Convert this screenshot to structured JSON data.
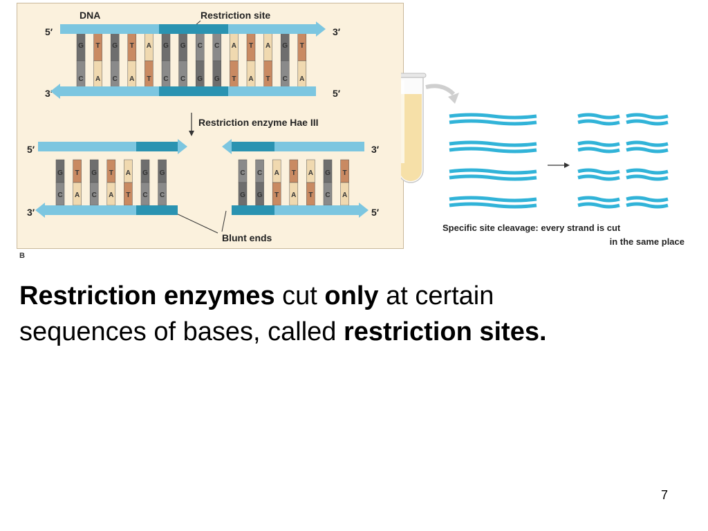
{
  "diagram": {
    "dna_label": "DNA",
    "restriction_site_label": "Restriction site",
    "enzyme_label": "Restriction enzyme Hae III",
    "blunt_ends_label": "Blunt ends",
    "panel_letter": "B",
    "prime_5": "5′",
    "prime_3": "3′",
    "top_bases": [
      "G",
      "T",
      "G",
      "T",
      "A",
      "G",
      "G",
      "C",
      "C",
      "A",
      "T",
      "A",
      "G",
      "T"
    ],
    "bottom_bases": [
      "C",
      "A",
      "C",
      "A",
      "T",
      "C",
      "C",
      "G",
      "G",
      "T",
      "A",
      "T",
      "C",
      "A"
    ],
    "left_fragment_top": [
      "G",
      "T",
      "G",
      "T",
      "A",
      "G",
      "G"
    ],
    "left_fragment_bottom": [
      "C",
      "A",
      "C",
      "A",
      "T",
      "C",
      "C"
    ],
    "right_fragment_top": [
      "C",
      "C",
      "A",
      "T",
      "A",
      "G",
      "T"
    ],
    "right_fragment_bottom": [
      "G",
      "G",
      "T",
      "A",
      "T",
      "C",
      "A"
    ],
    "cleavage_caption_line1": "Specific site cleavage: every strand is cut",
    "cleavage_caption_line2": "in the same place"
  },
  "slide": {
    "line1_bold1": "Restriction enzymes",
    "line1_plain1": " cut ",
    "line1_bold2": "only",
    "line1_plain2": " at certain",
    "line2_plain": "sequences of bases, called ",
    "line2_bold": "restriction sites."
  },
  "page_number": "7",
  "colors": {
    "backbone": "#7cc6e0",
    "restriction_site": "#2a93b1",
    "base_G": "#6e6e6e",
    "base_C": "#8a8a8a",
    "base_A": "#f0d9b0",
    "base_T": "#c98a62",
    "strand": "#31b3d8"
  }
}
